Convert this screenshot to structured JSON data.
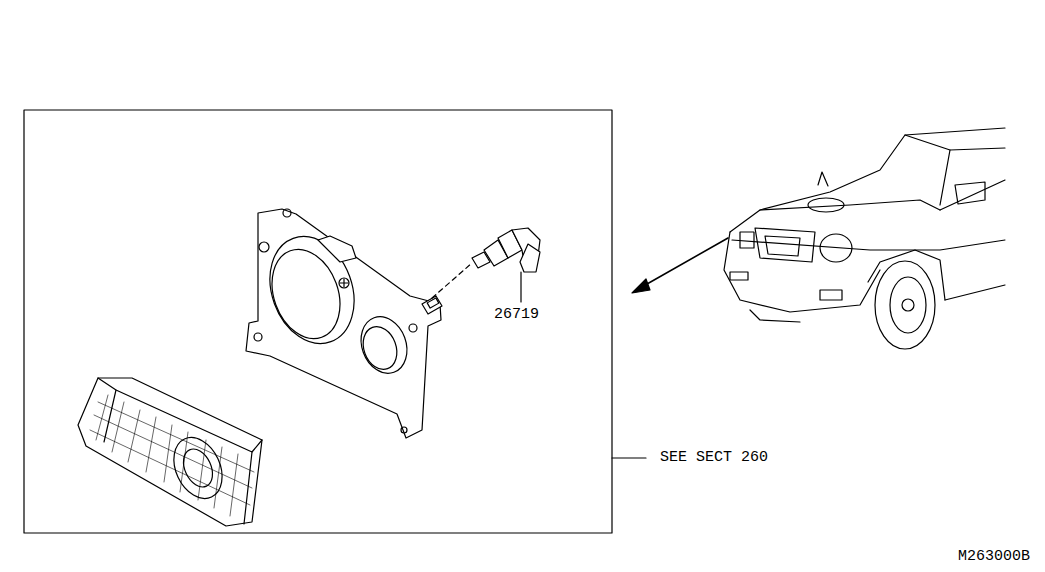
{
  "diagram": {
    "labels": [
      "26719",
      "SEE SECT 260",
      "M263000B"
    ]
  }
}
